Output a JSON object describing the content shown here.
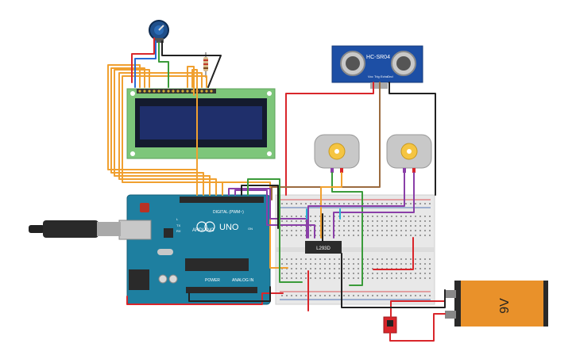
{
  "components": {
    "ultrasonic": {
      "label": "HC-SR04",
      "pins": [
        "Vcc",
        "Trig",
        "Echo",
        "Gnd"
      ]
    },
    "arduino": {
      "brand": "ARDUINO",
      "model": "UNO",
      "digital_label": "DIGITAL (PWM~)",
      "power_label": "POWER",
      "analog_label": "ANALOG IN",
      "on_label": "ON",
      "tx_label": "TX",
      "rx_label": "RX",
      "l_label": "L"
    },
    "driver_ic": {
      "label": "L293D"
    },
    "battery": {
      "label": "9V"
    }
  },
  "colors": {
    "board_teal": "#1e7fa0",
    "lcd_green": "#7dc67a",
    "lcd_screen": "#1f2f6b",
    "breadboard": "#e8e8e8",
    "wire_orange": "#f0a030",
    "wire_red": "#d9262b",
    "wire_black": "#222222",
    "wire_purple": "#8a3fa8",
    "wire_green": "#3a9b3a",
    "wire_brown": "#9b6b3f",
    "battery_orange": "#e9912a"
  }
}
